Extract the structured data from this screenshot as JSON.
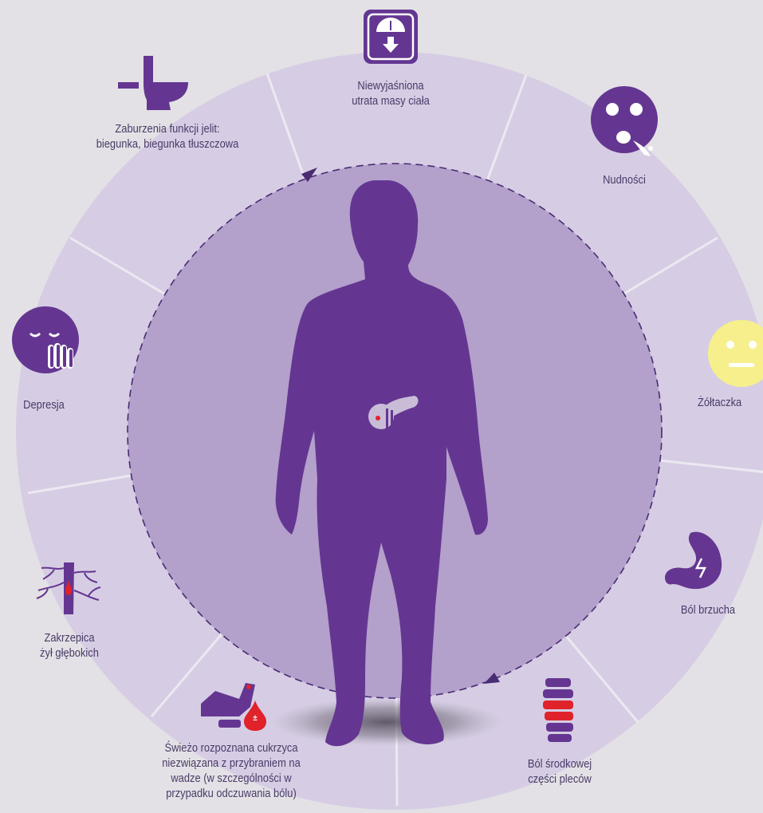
{
  "colors": {
    "background": "#e3e1e5",
    "outer_ring": "#d6cde4",
    "inner_disc": "#b3a0cb",
    "figure": "#643691",
    "icon_purple": "#643691",
    "accent_red": "#e0222a",
    "jaundice_yellow": "#f6ef8c",
    "label_text": "#4a3a68"
  },
  "center": {
    "figure_icon": "man-silhouette-icon",
    "organ_icon": "pancreas-icon"
  },
  "symptoms": [
    {
      "key": "weight_loss",
      "label": "Niewyjaśniona\nutrata masy ciała",
      "icon": "scale-icon"
    },
    {
      "key": "nausea",
      "label": "Nudności",
      "icon": "nausea-face-icon"
    },
    {
      "key": "jaundice",
      "label": "Żółtaczka",
      "icon": "neutral-face-icon"
    },
    {
      "key": "abdominal_pain",
      "label": "Ból brzucha",
      "icon": "stomach-pain-icon"
    },
    {
      "key": "back_pain",
      "label": "Ból środkowej\nczęści pleców",
      "icon": "spine-icon"
    },
    {
      "key": "diabetes",
      "label": "Świeżo rozpoznana cukrzyca\nniezwiązana z przybraniem na\nwadze (w szczególności w\nprzypadku odczuwania bólu)",
      "icon": "blood-glucose-icon"
    },
    {
      "key": "dvt",
      "label": "Zakrzepica\nżył głębokich",
      "icon": "vein-thrombosis-icon"
    },
    {
      "key": "depression",
      "label": "Depresja",
      "icon": "sad-face-icon"
    },
    {
      "key": "bowel",
      "label": "Zaburzenia funkcji jelit:\nbiegunka, biegunka tłuszczowa",
      "icon": "toilet-icon"
    }
  ]
}
